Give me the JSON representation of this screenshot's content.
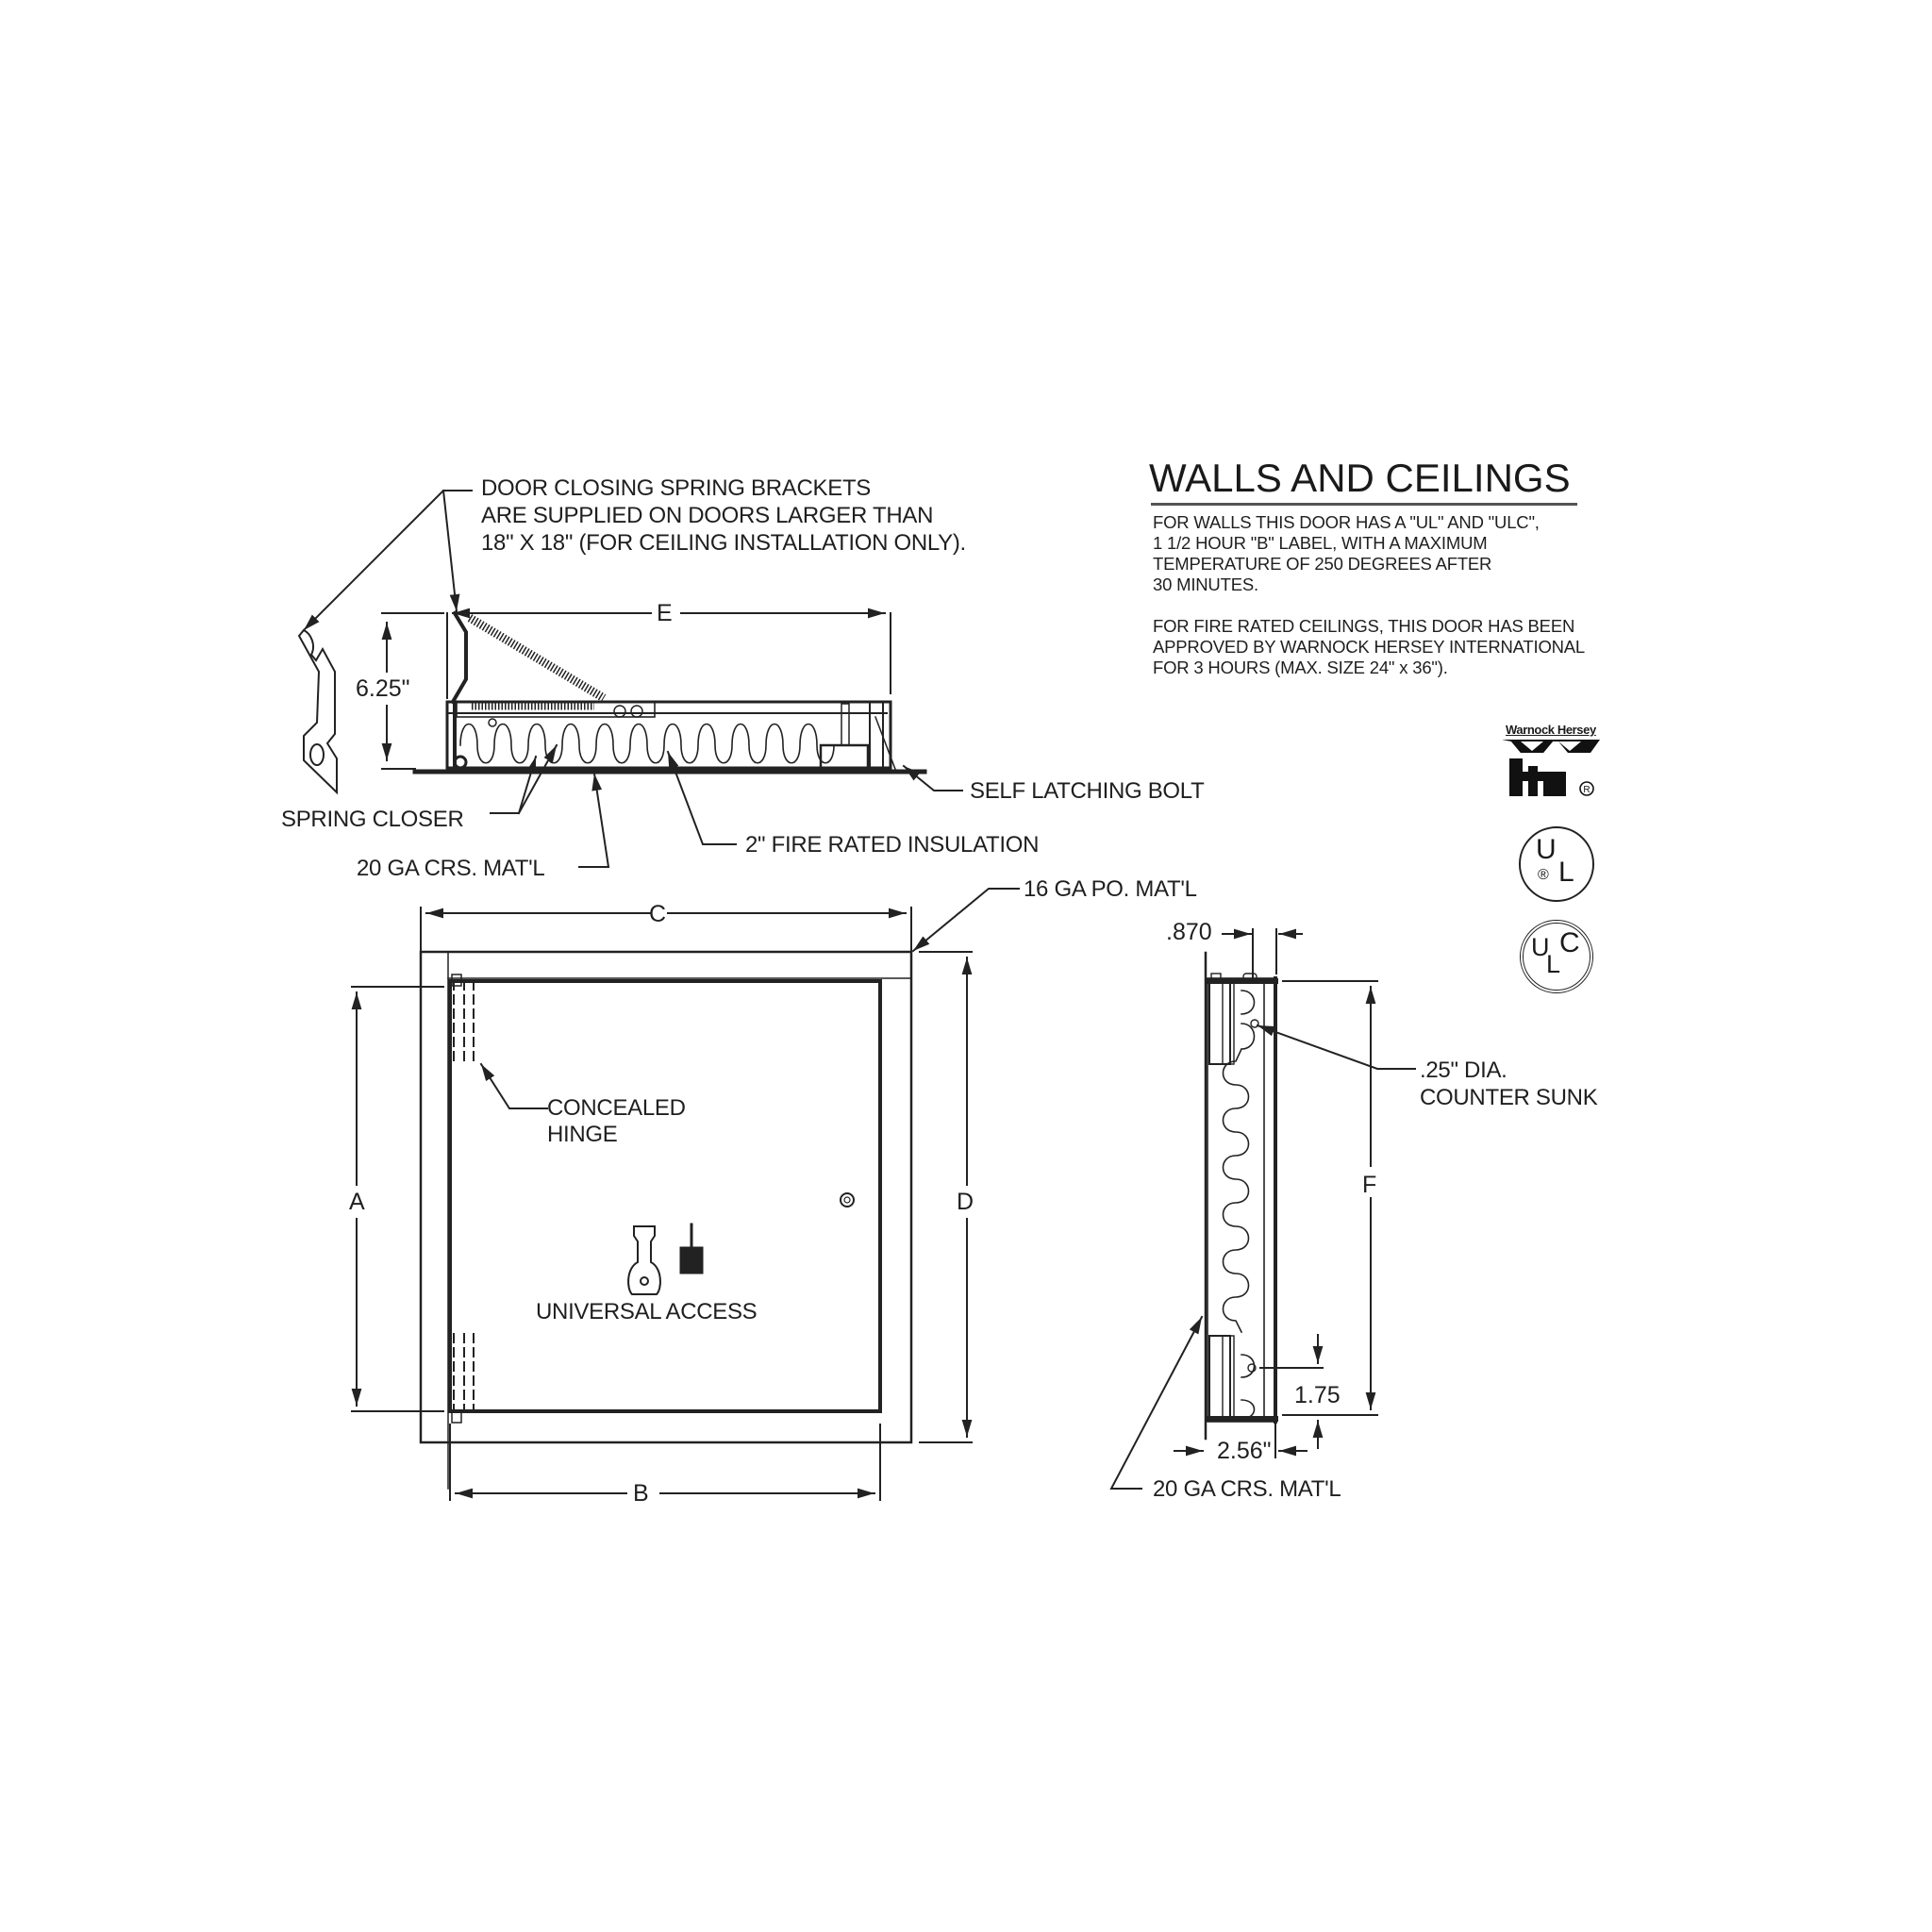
{
  "title": {
    "heading": "WALLS AND CEILINGS",
    "walls_note": [
      "FOR WALLS THIS DOOR HAS A \"UL\" AND \"ULC\",",
      "1 1/2 HOUR \"B\" LABEL, WITH A MAXIMUM",
      "TEMPERATURE OF 250 DEGREES AFTER",
      "30 MINUTES."
    ],
    "ceilings_note": [
      "FOR FIRE RATED CEILINGS, THIS DOOR HAS BEEN",
      "APPROVED BY WARNOCK HERSEY INTERNATIONAL",
      "FOR 3 HOURS (MAX. SIZE 24\" x 36\")."
    ]
  },
  "certifications": {
    "warnock_hersey": {
      "label": "Warnock Hersey",
      "mark": "WH",
      "registered": "®"
    },
    "ul": {
      "letters": [
        "U",
        "L"
      ],
      "registered": "®"
    },
    "ulc": {
      "letters": [
        "U",
        "L",
        "C"
      ]
    }
  },
  "ceiling_section": {
    "bracket_note": [
      "DOOR CLOSING SPRING BRACKETS",
      "ARE SUPPLIED ON DOORS LARGER THAN",
      "18\" X 18\" (FOR CEILING INSTALLATION ONLY)."
    ],
    "height_dim": "6.25\"",
    "width_dim": "E",
    "callouts": {
      "self_latching_bolt": "SELF LATCHING BOLT",
      "spring_closer": "SPRING CLOSER",
      "insulation": "2\" FIRE RATED INSULATION",
      "door_material": "20 GA CRS. MAT'L"
    }
  },
  "front_view": {
    "frame_material": "16 GA PO. MAT'L",
    "dims": {
      "frame_width": "C",
      "door_height": "A",
      "frame_height": "D",
      "door_width": "B"
    },
    "hinge_label": [
      "CONCEALED",
      "HINGE"
    ],
    "lock_label": "UNIVERSAL ACCESS"
  },
  "side_section": {
    "dims": {
      "flange": ".870",
      "height": "F",
      "hole_offset": "1.75",
      "depth": "2.56\""
    },
    "hole_label": [
      ".25\" DIA.",
      "COUNTER SUNK"
    ],
    "door_material": "20 GA CRS. MAT'L"
  },
  "colors": {
    "ink": "#1f1f1f",
    "background": "#ffffff"
  }
}
